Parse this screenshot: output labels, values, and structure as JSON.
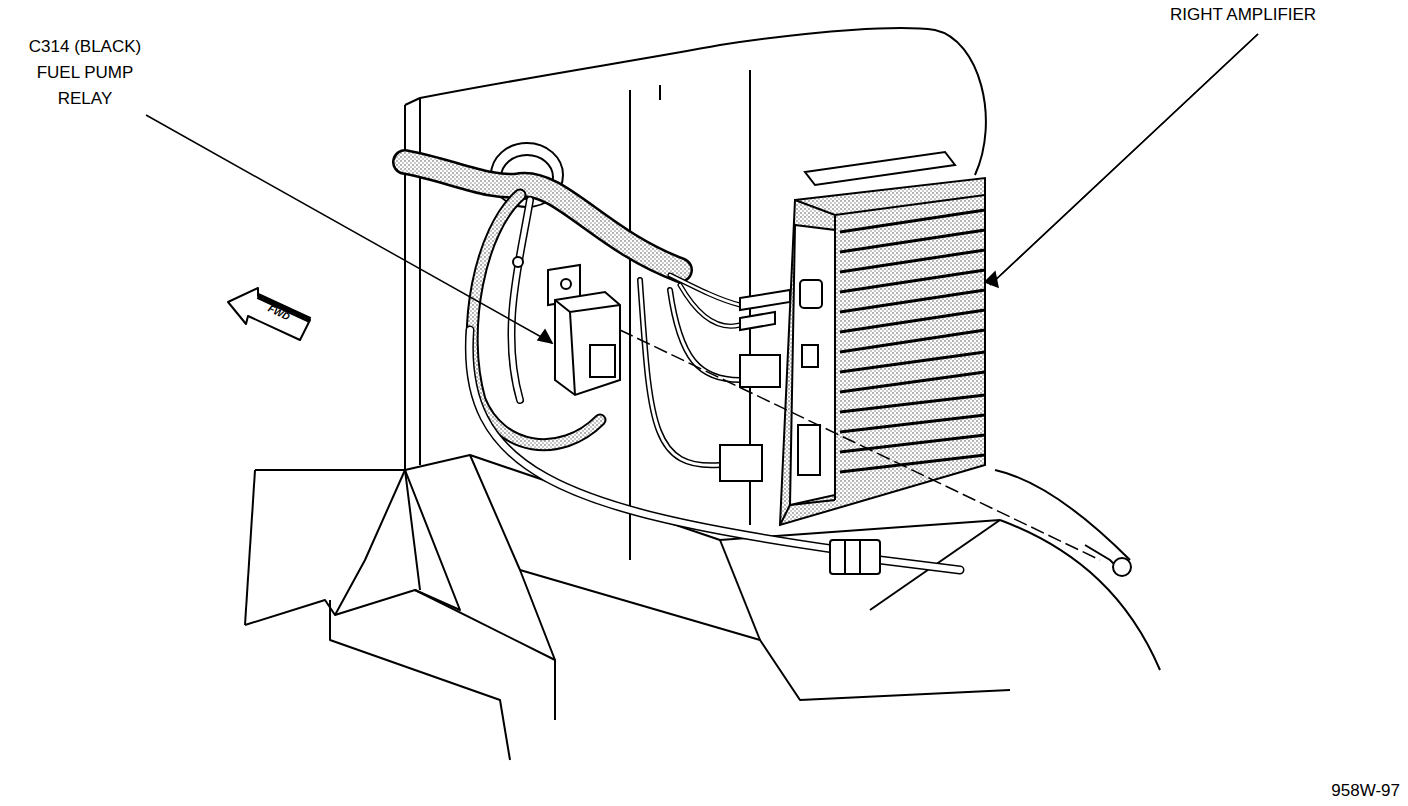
{
  "diagram": {
    "labels": [
      "C314 (BLACK) FUEL PUMP RELAY",
      "RIGHT AMPLIFIER",
      "FWD",
      "958W-97"
    ]
  }
}
